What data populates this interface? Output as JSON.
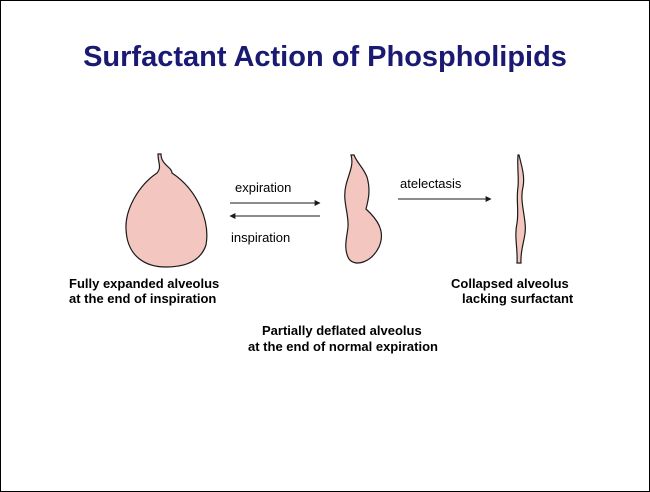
{
  "slide": {
    "title": "Surfactant Action of Phospholipids"
  },
  "diagram": {
    "arrows": {
      "expiration": "expiration",
      "inspiration": "inspiration",
      "atelectasis": "atelectasis"
    },
    "captions": {
      "expanded_line1": "Fully expanded alveolus",
      "expanded_line2": "at the end of inspiration",
      "partial_line1": "Partially deflated alveolus",
      "partial_line2": "at the end of normal expiration",
      "collapsed_line1": "Collapsed alveolus",
      "collapsed_line2": "lacking surfactant"
    },
    "colors": {
      "alveolus_fill": "#f3c7bf",
      "outline": "#1a1a1a",
      "title": "#1a1a72"
    }
  }
}
